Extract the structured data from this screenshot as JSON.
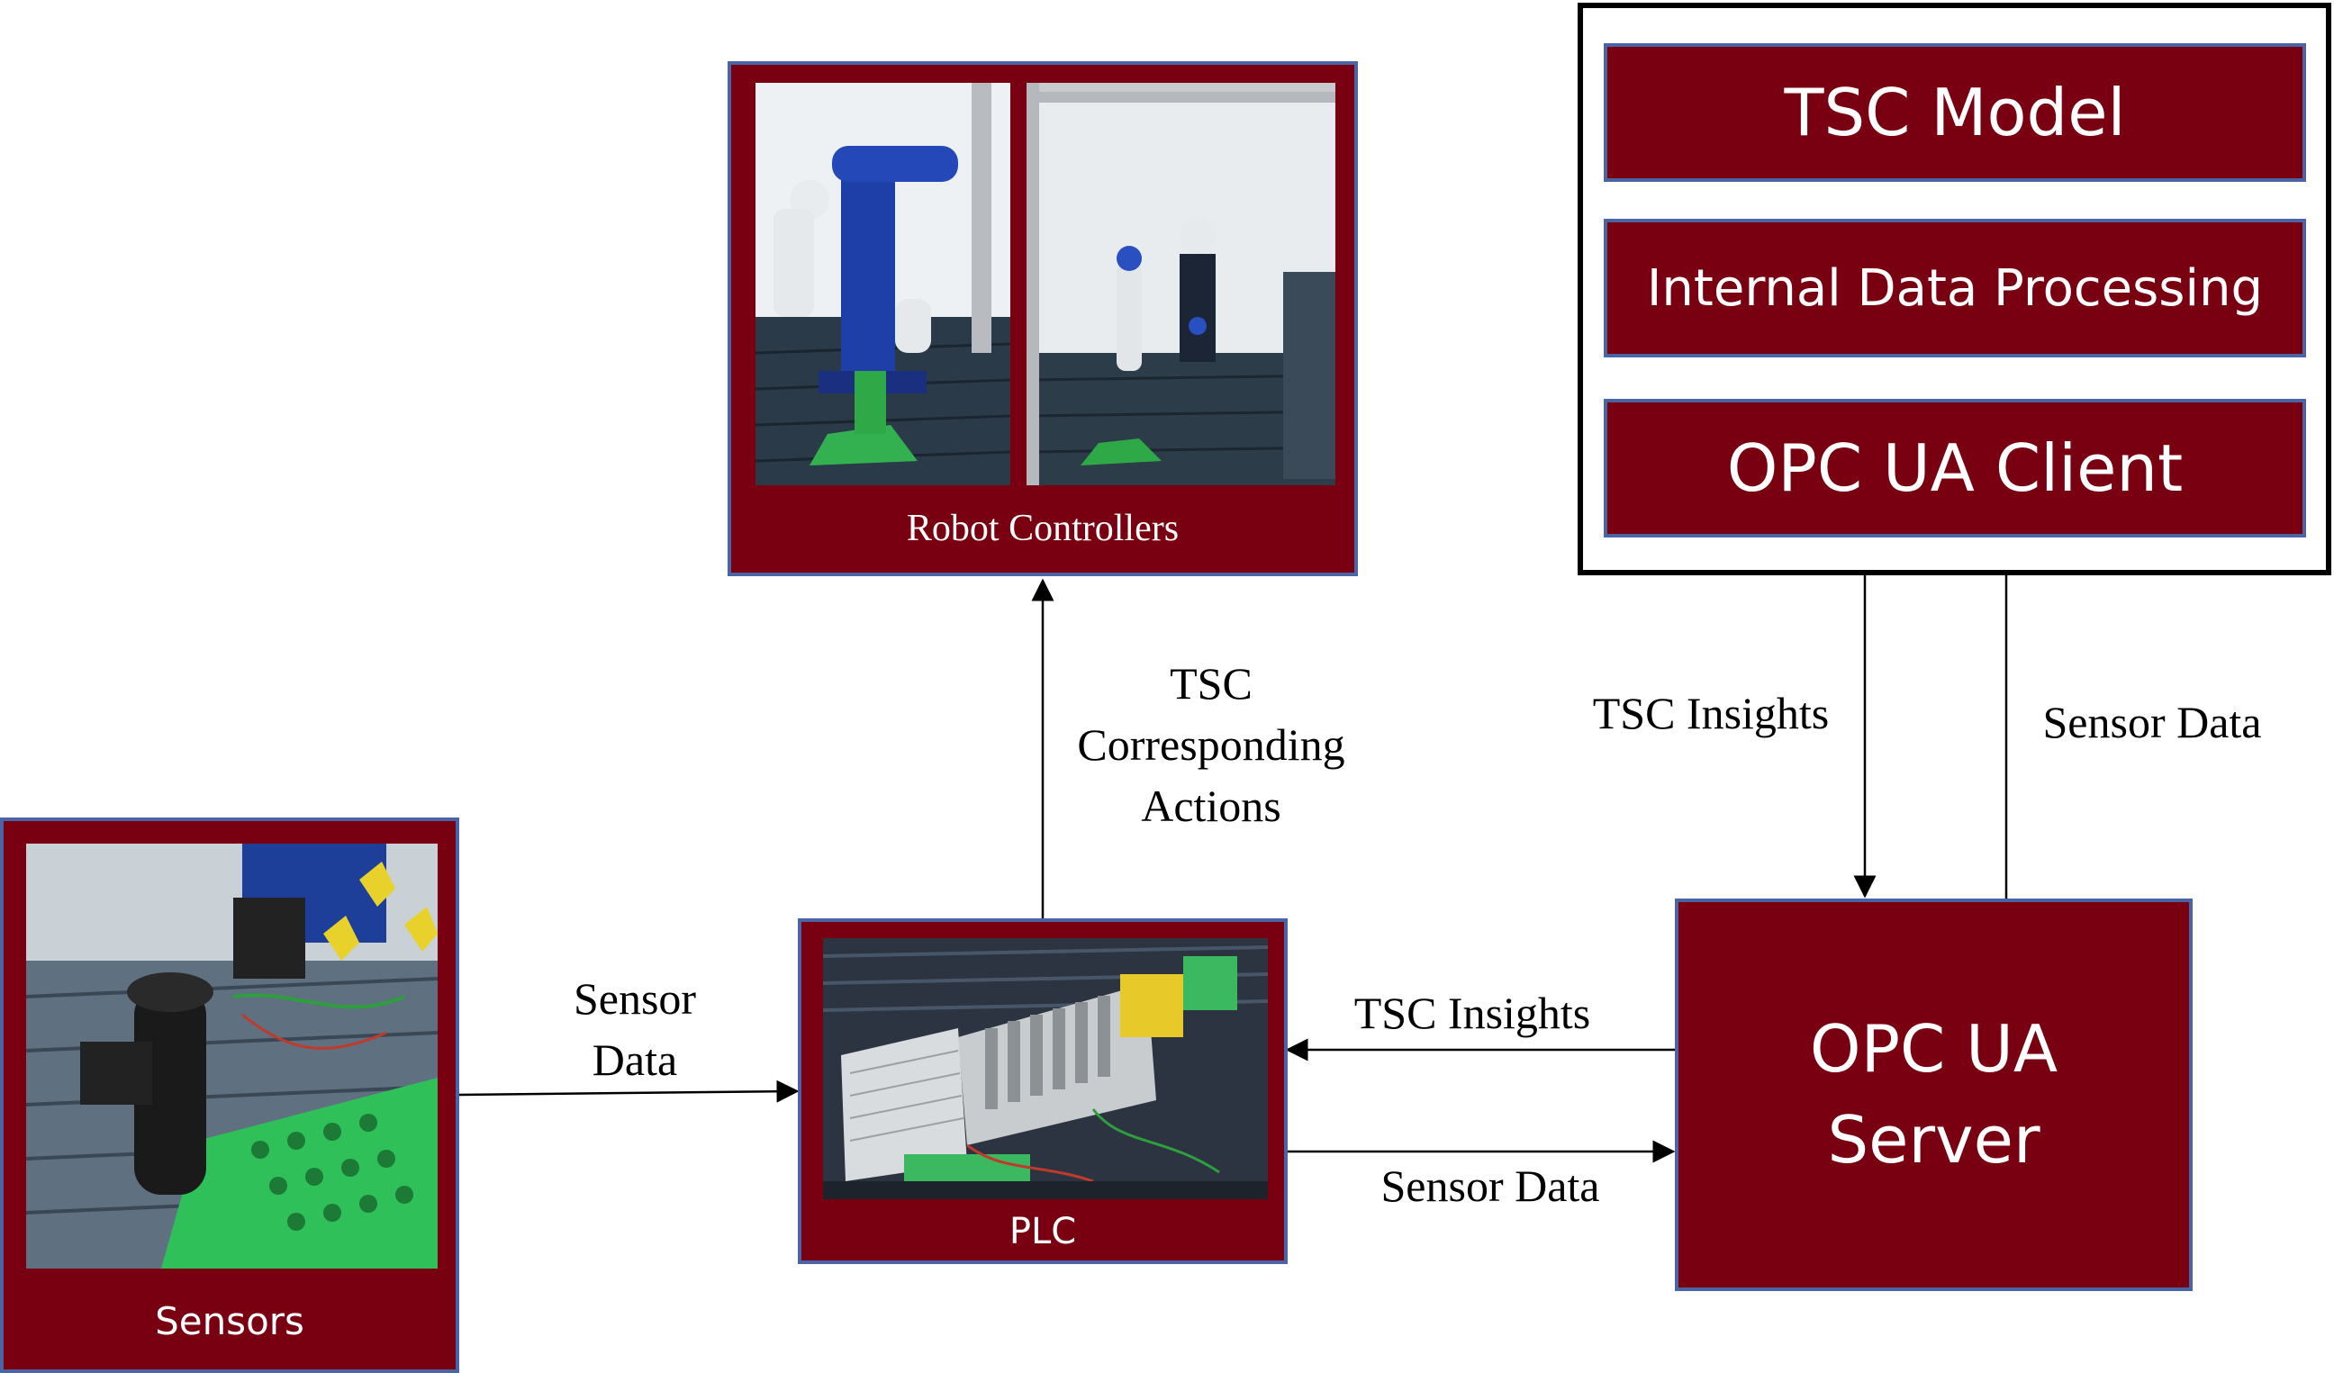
{
  "tsc_client_stack": {
    "model_label": "TSC Model",
    "processing_label": "Internal Data Processing",
    "client_label": "OPC UA Client"
  },
  "robot_controllers": {
    "label": "Robot Controllers"
  },
  "sensors": {
    "label": "Sensors"
  },
  "plc": {
    "label": "PLC"
  },
  "opc_server": {
    "line1": "OPC UA",
    "line2": "Server"
  },
  "edges": {
    "plc_to_robots": [
      "TSC",
      "Corresponding",
      "Actions"
    ],
    "client_to_server": "TSC Insights",
    "server_to_client": "Sensor Data",
    "sensors_to_plc": [
      "Sensor",
      "Data"
    ],
    "server_to_plc": "TSC Insights",
    "plc_to_server": "Sensor Data"
  },
  "colors": {
    "box_fill": "#780010",
    "box_border": "#4a64a6",
    "frame_border": "#000000"
  }
}
